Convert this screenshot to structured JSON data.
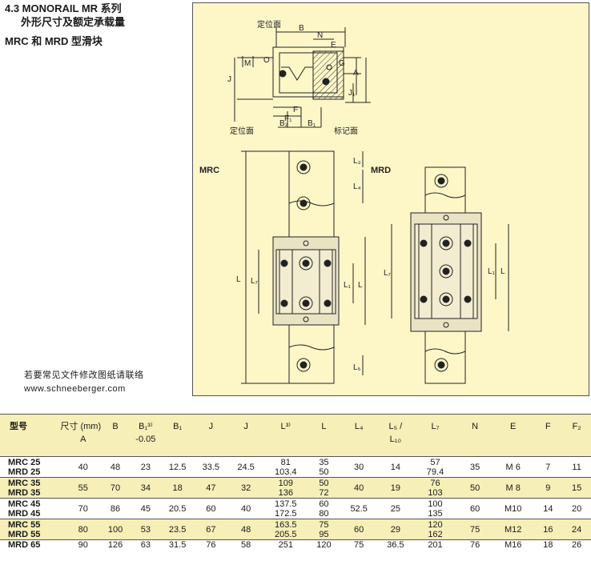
{
  "header": {
    "line1": "4.3  MONORAIL MR 系列",
    "line2": "外形尺寸及额定承载量",
    "line3": "MRC 和 MRD 型滑块"
  },
  "note": {
    "line1": "若要常见文件修改图纸请联络",
    "line2": "www.schneeberger.com"
  },
  "diagram": {
    "labels": {
      "ref_surface_top": "定位面",
      "ref_surface_bottom": "定位面",
      "mark": "标记面",
      "B": "B",
      "N": "N",
      "E": "E",
      "G": "G",
      "A": "A",
      "M": "M",
      "O": "O",
      "J": "J",
      "J1": "J₁",
      "F": "F",
      "F1": "F₁",
      "B1": "B₁",
      "B2": "B₂",
      "L": "L",
      "L1": "L₁",
      "L3": "L₃",
      "L4": "L₄",
      "L5": "L₅",
      "L7": "L₇",
      "mrc": "MRC",
      "mrd": "MRD"
    }
  },
  "table": {
    "headers": [
      {
        "l1": "型号",
        "l2": ""
      },
      {
        "l1": "尺寸 (mm)",
        "l2": "A"
      },
      {
        "l1": "",
        "l2": "B"
      },
      {
        "l1": "",
        "l2": "B₁³⁾",
        "l3": "-0.05"
      },
      {
        "l1": "",
        "l2": "B₁"
      },
      {
        "l1": "",
        "l2": "J"
      },
      {
        "l1": "",
        "l2": "J"
      },
      {
        "l1": "",
        "l2": "L³⁾"
      },
      {
        "l1": "",
        "l2": "L"
      },
      {
        "l1": "",
        "l2": "L₄"
      },
      {
        "l1": "",
        "l2": "L₅ /",
        "l3": "L₁₀"
      },
      {
        "l1": "",
        "l2": "L₇"
      },
      {
        "l1": "",
        "l2": "N"
      },
      {
        "l1": "",
        "l2": "E"
      },
      {
        "l1": "",
        "l2": "F"
      },
      {
        "l1": "",
        "l2": "F₂"
      }
    ],
    "rows": [
      {
        "m1": "MRC 25",
        "m2": "MRD 25",
        "A": "40",
        "B": "48",
        "B1a": "23",
        "B1": "12.5",
        "J": "33.5",
        "J2": "24.5",
        "L3a": "81",
        "L3b": "103.4",
        "La": "35",
        "Lb": "50",
        "L4": "30",
        "L5": "14",
        "L7a": "57",
        "L7b": "79.4",
        "N": "35",
        "E": "M 6",
        "F": "7",
        "F2": "11"
      },
      {
        "m1": "MRC 35",
        "m2": "MRD 35",
        "A": "55",
        "B": "70",
        "B1a": "34",
        "B1": "18",
        "J": "47",
        "J2": "32",
        "L3a": "109",
        "L3b": "136",
        "La": "50",
        "Lb": "72",
        "L4": "40",
        "L5": "19",
        "L7a": "76",
        "L7b": "103",
        "N": "50",
        "E": "M 8",
        "F": "9",
        "F2": "15"
      },
      {
        "m1": "MRC 45",
        "m2": "MRD 45",
        "A": "70",
        "B": "86",
        "B1a": "45",
        "B1": "20.5",
        "J": "60",
        "J2": "40",
        "L3a": "137.5",
        "L3b": "172.5",
        "La": "60",
        "Lb": "80",
        "L4": "52.5",
        "L5": "25",
        "L7a": "100",
        "L7b": "135",
        "N": "60",
        "E": "M10",
        "F": "14",
        "F2": "20"
      },
      {
        "m1": "MRC 55",
        "m2": "MRD 55",
        "A": "80",
        "B": "100",
        "B1a": "53",
        "B1": "23.5",
        "J": "67",
        "J2": "48",
        "L3a": "163.5",
        "L3b": "205.5",
        "La": "75",
        "Lb": "95",
        "L4": "60",
        "L5": "29",
        "L7a": "120",
        "L7b": "162",
        "N": "75",
        "E": "M12",
        "F": "16",
        "F2": "24"
      },
      {
        "m1": "MRD 65",
        "m2": "",
        "A": "90",
        "B": "126",
        "B1a": "63",
        "B1": "31.5",
        "J": "76",
        "J2": "58",
        "L3a": "251",
        "L3b": "",
        "La": "120",
        "Lb": "",
        "L4": "75",
        "L5": "36.5",
        "L7a": "201",
        "L7b": "",
        "N": "76",
        "E": "M16",
        "F": "18",
        "F2": "26"
      }
    ]
  }
}
